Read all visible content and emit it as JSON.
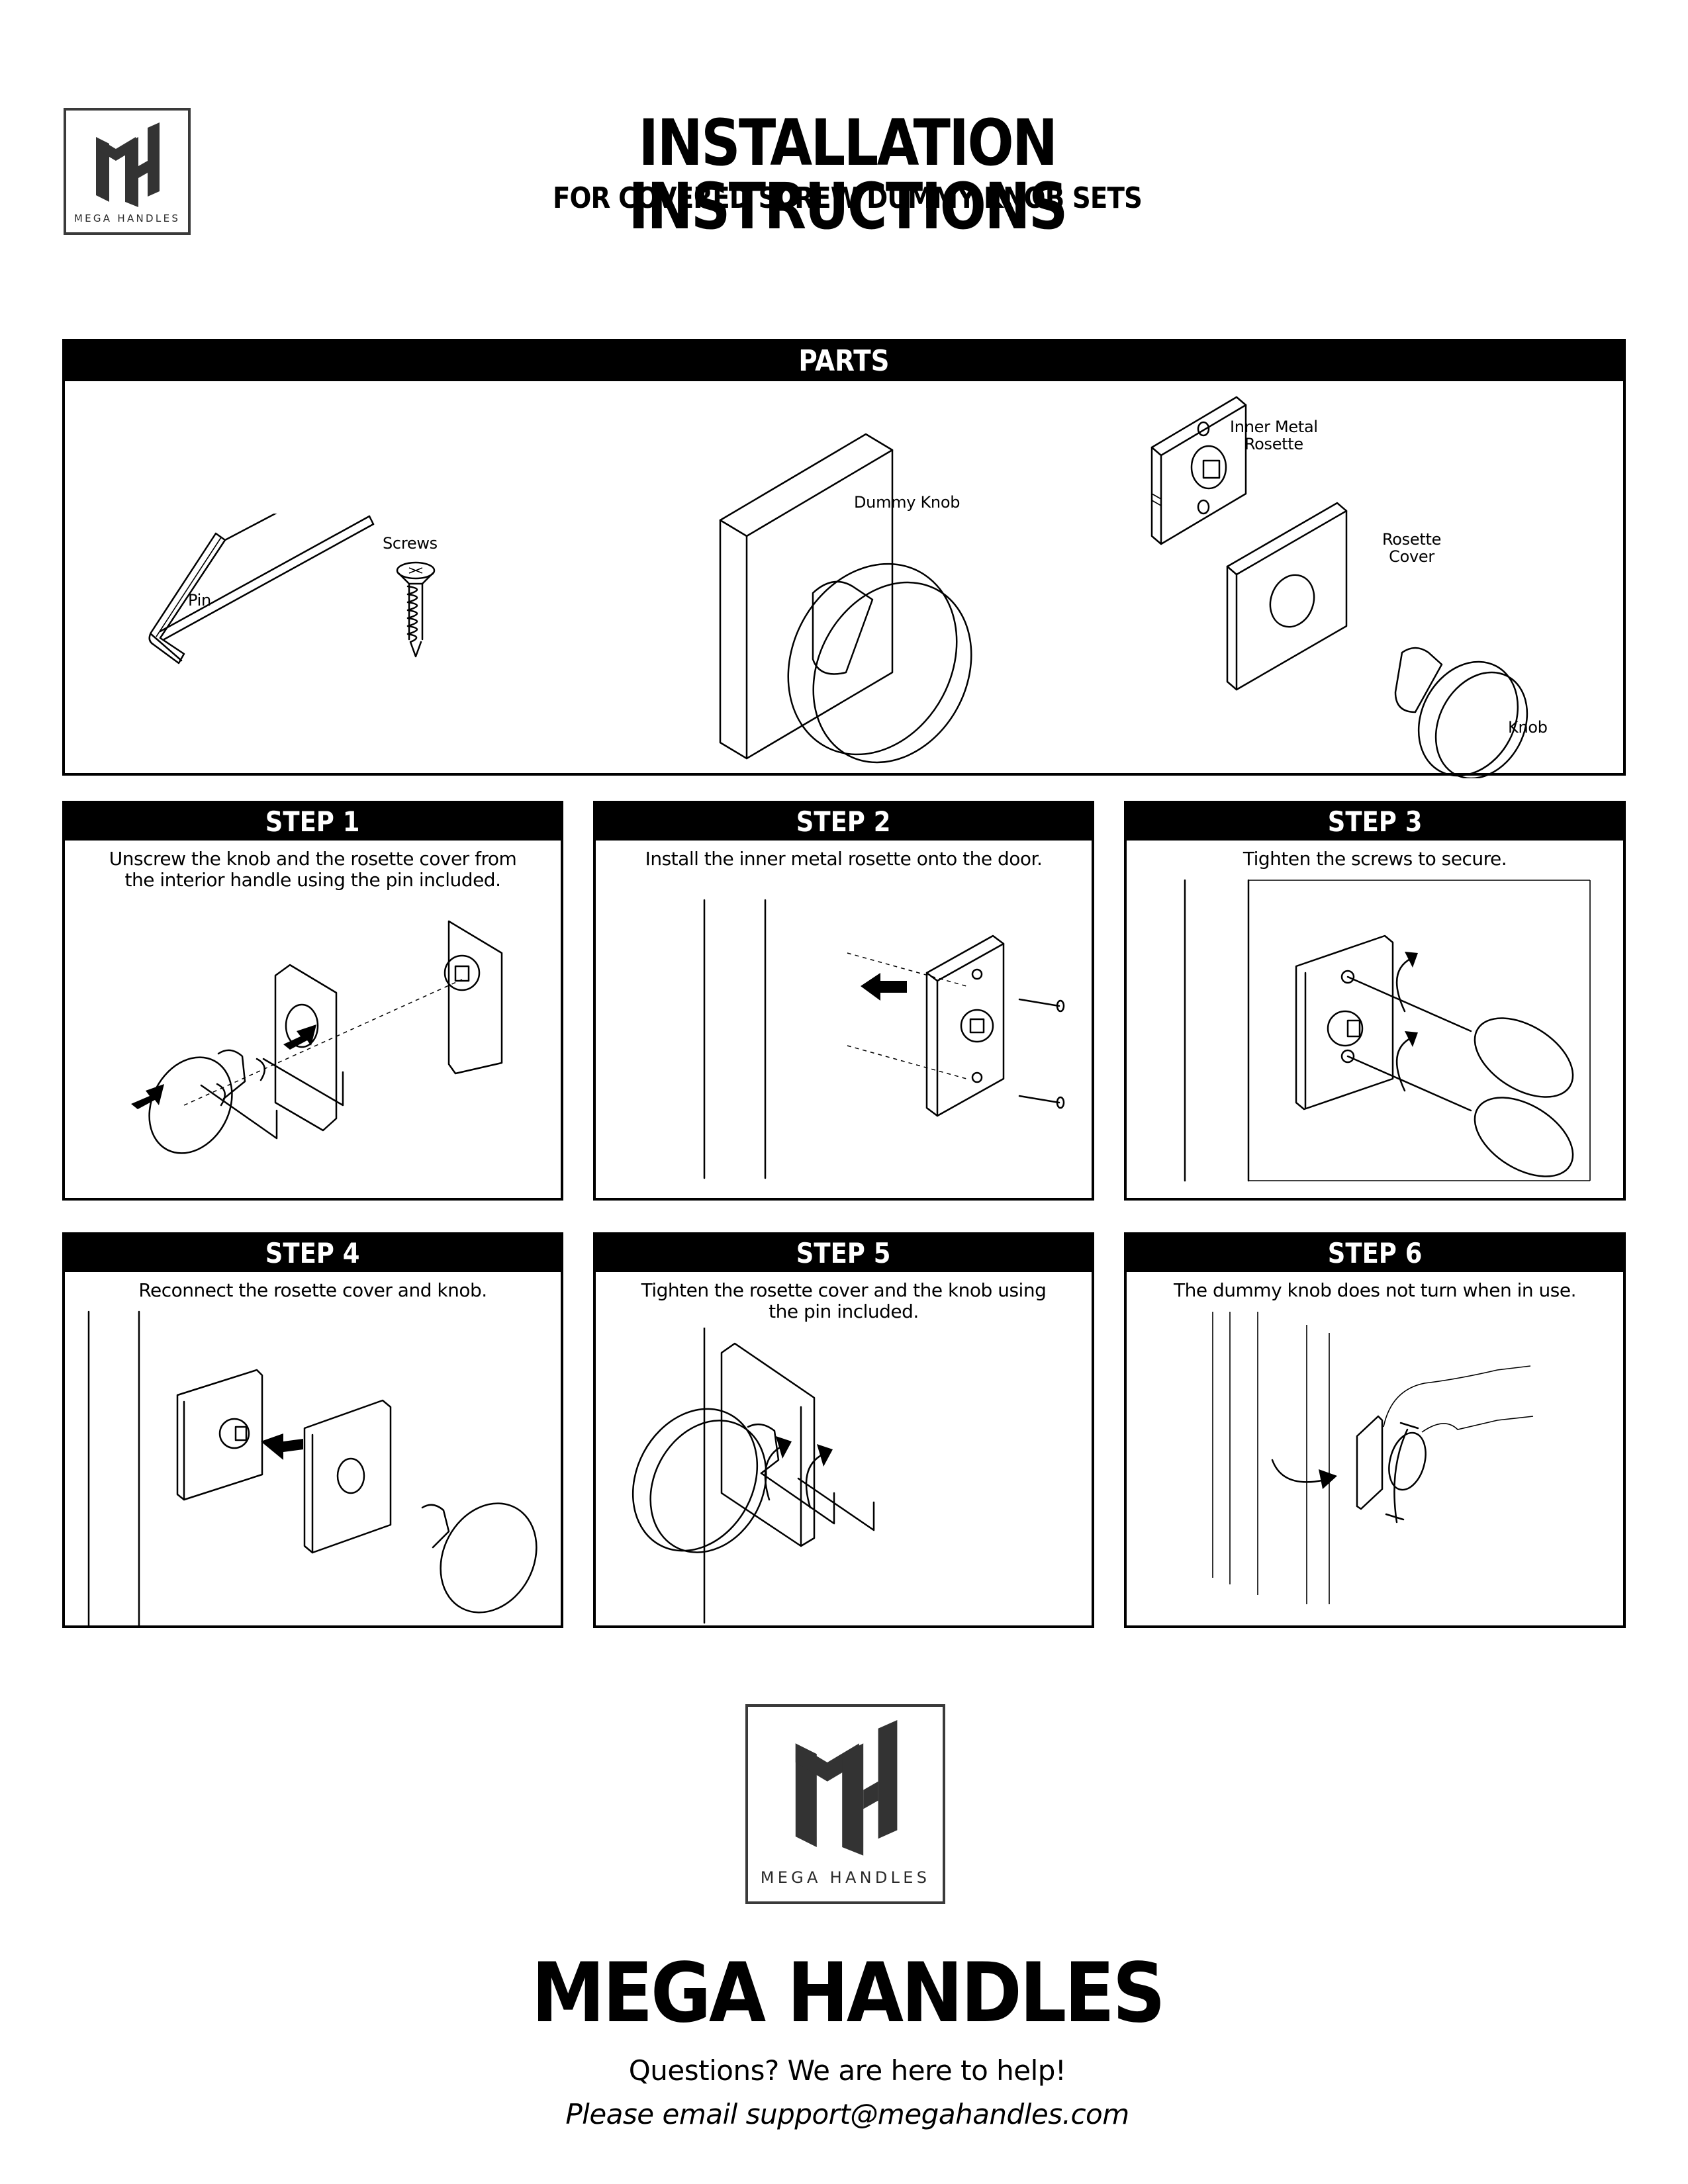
{
  "header": {
    "logo": {
      "monogram": "MH",
      "wordmark": "MEGA HANDLES"
    },
    "title": "INSTALLATION INSTRUCTIONS",
    "subtitle": "FOR COVERED SCREW DUMMY KNOB SETS"
  },
  "parts": {
    "heading": "PARTS",
    "items": [
      {
        "label": "Pin",
        "icon": "hex-key-icon"
      },
      {
        "label": "Screws",
        "icon": "screw-icon"
      },
      {
        "label": "Dummy Knob",
        "icon": "dummy-knob-icon"
      },
      {
        "label": "Inner Metal Rosette",
        "line1": "Inner Metal",
        "line2": "Rosette",
        "icon": "inner-rosette-icon"
      },
      {
        "label": "Rosette Cover",
        "line1": "Rosette",
        "line2": "Cover",
        "icon": "rosette-cover-icon"
      },
      {
        "label": "Knob",
        "icon": "knob-icon"
      }
    ]
  },
  "steps": [
    {
      "title": "STEP 1",
      "line1": "Unscrew the knob and the rosette cover from",
      "line2": "the interior handle using the pin included."
    },
    {
      "title": "STEP 2",
      "line1": "Install the inner metal rosette onto the door.",
      "line2": ""
    },
    {
      "title": "STEP 3",
      "line1": "Tighten the screws to secure.",
      "line2": ""
    },
    {
      "title": "STEP 4",
      "line1": "Reconnect the rosette cover and knob.",
      "line2": ""
    },
    {
      "title": "STEP 5",
      "line1": "Tighten the rosette cover and the knob using",
      "line2": "the pin included."
    },
    {
      "title": "STEP 6",
      "line1": "The dummy knob does not turn when in use.",
      "line2": ""
    }
  ],
  "footer": {
    "logo": {
      "monogram": "MH",
      "wordmark": "MEGA HANDLES"
    },
    "brand": "MEGA HANDLES",
    "help": "Questions? We are here to help!",
    "contact": "Please email support@megahandles.com"
  },
  "colors": {
    "ink": "#000000",
    "logo_gray": "#333333",
    "paper": "#ffffff"
  }
}
